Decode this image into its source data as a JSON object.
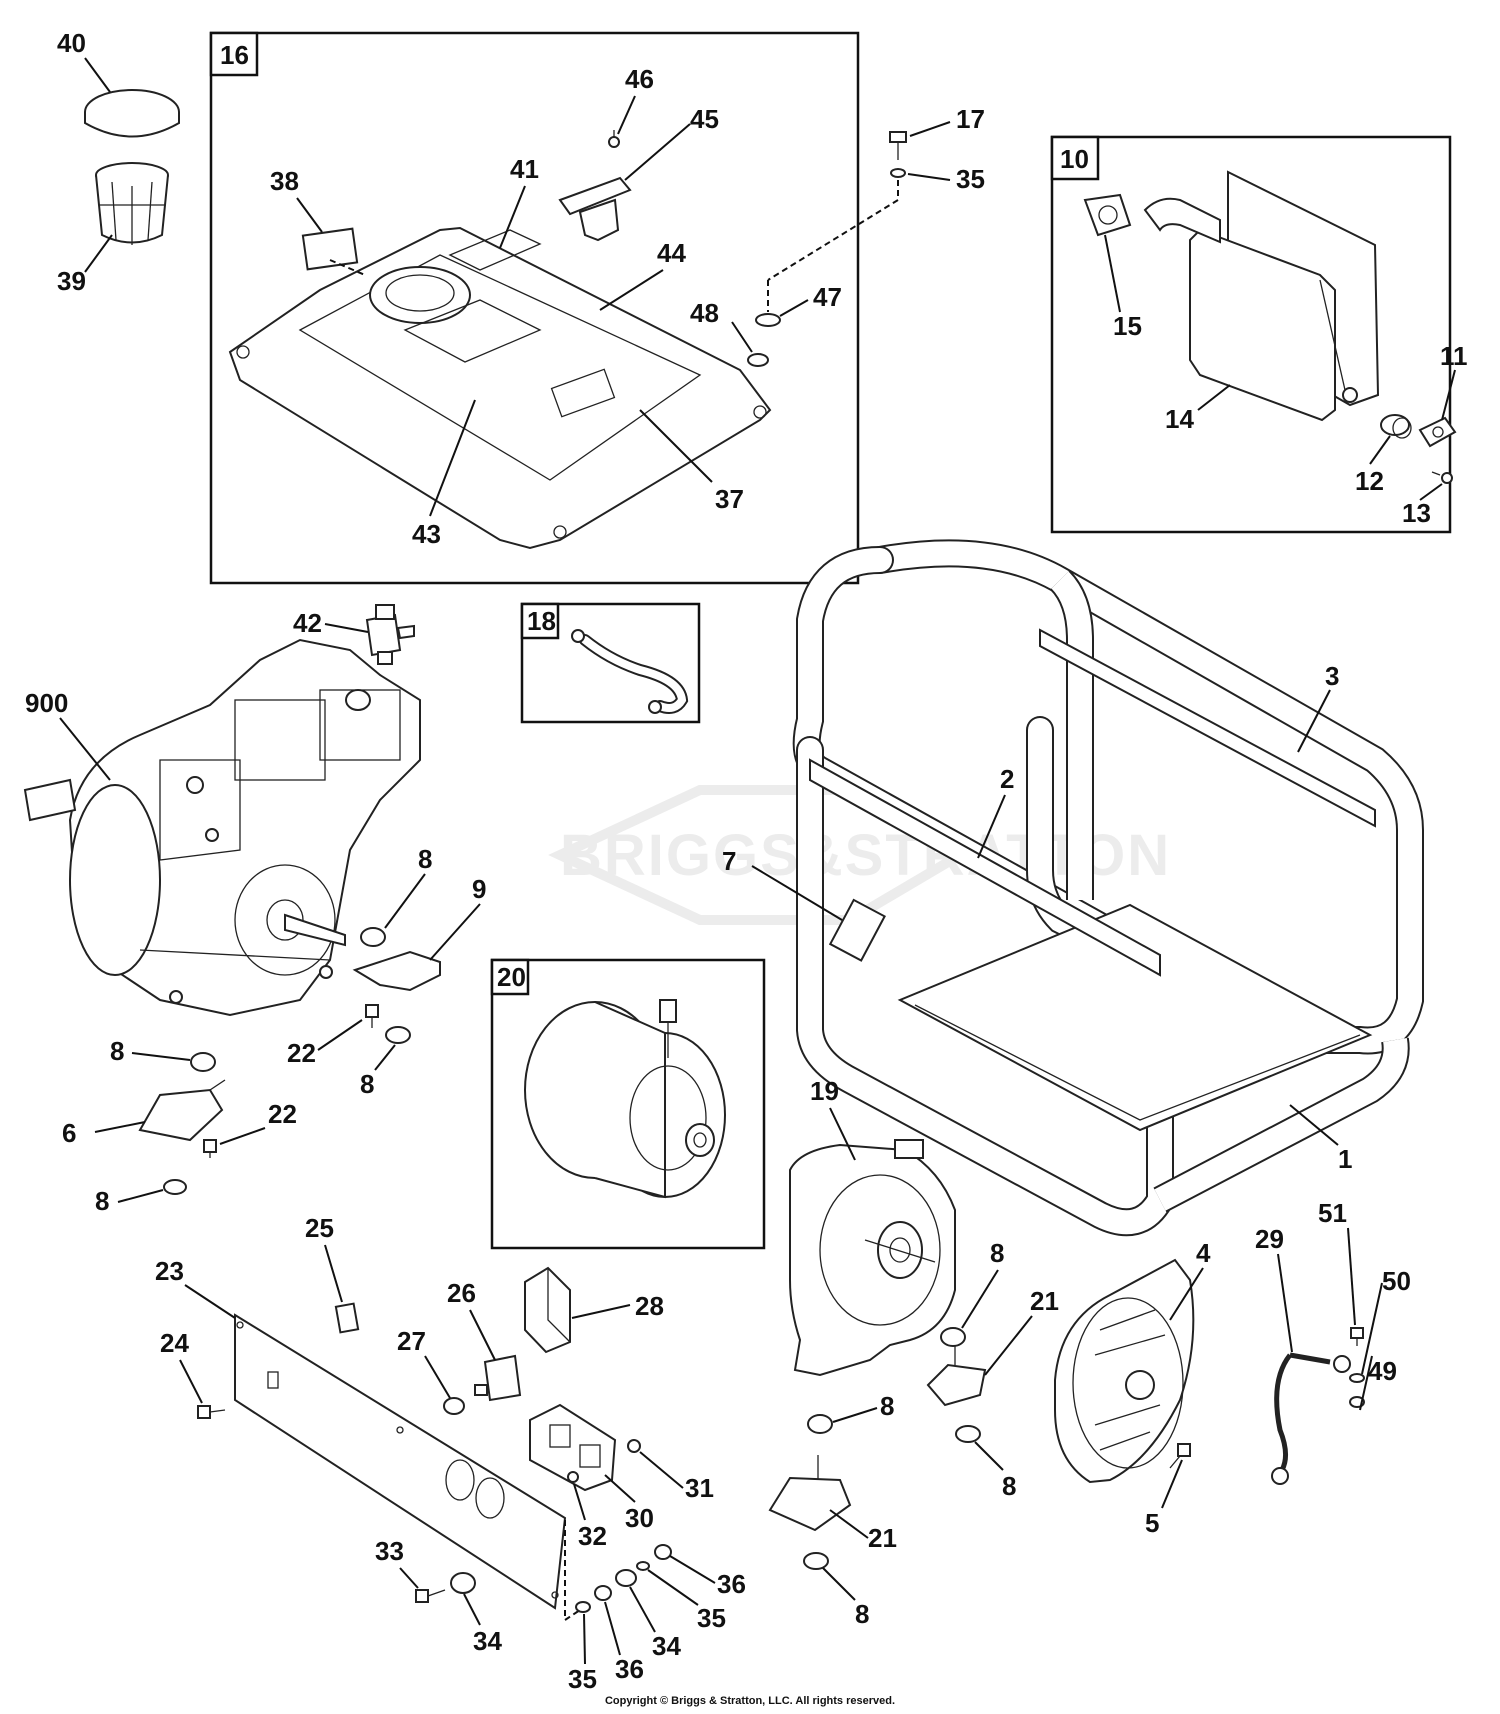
{
  "watermark": "BRIGGS&STRATTON",
  "copyright": "Copyright © Briggs & Stratton, LLC. All rights reserved.",
  "boxes": {
    "fuel_tank": "16",
    "muffler": "10",
    "fuel_line": "18",
    "alternator": "20"
  },
  "callouts": {
    "c40": "40",
    "c39": "39",
    "c38": "38",
    "c41": "41",
    "c46": "46",
    "c45": "45",
    "c44": "44",
    "c43": "43",
    "c37": "37",
    "c48": "48",
    "c47": "47",
    "c17": "17",
    "c35a": "35",
    "c15": "15",
    "c14": "14",
    "c11": "11",
    "c12": "12",
    "c13": "13",
    "c42": "42",
    "c900": "900",
    "c3": "3",
    "c2": "2",
    "c7": "7",
    "c1": "1",
    "c8a": "8",
    "c9": "9",
    "c22a": "22",
    "c8b": "8",
    "c8c": "8",
    "c6": "6",
    "c22b": "22",
    "c8d": "8",
    "c19": "19",
    "c8e": "8",
    "c21a": "21",
    "c8f": "8",
    "c4": "4",
    "c29": "29",
    "c51": "51",
    "c50": "50",
    "c49": "49",
    "c25": "25",
    "c23": "23",
    "c26": "26",
    "c28": "28",
    "c24": "24",
    "c27": "27",
    "c31": "31",
    "c30": "30",
    "c32": "32",
    "c8g": "8",
    "c21b": "21",
    "c8h": "8",
    "c5": "5",
    "c33": "33",
    "c34a": "34",
    "c36a": "36",
    "c35b": "35",
    "c34b": "34",
    "c35c": "35",
    "c36b": "36"
  }
}
